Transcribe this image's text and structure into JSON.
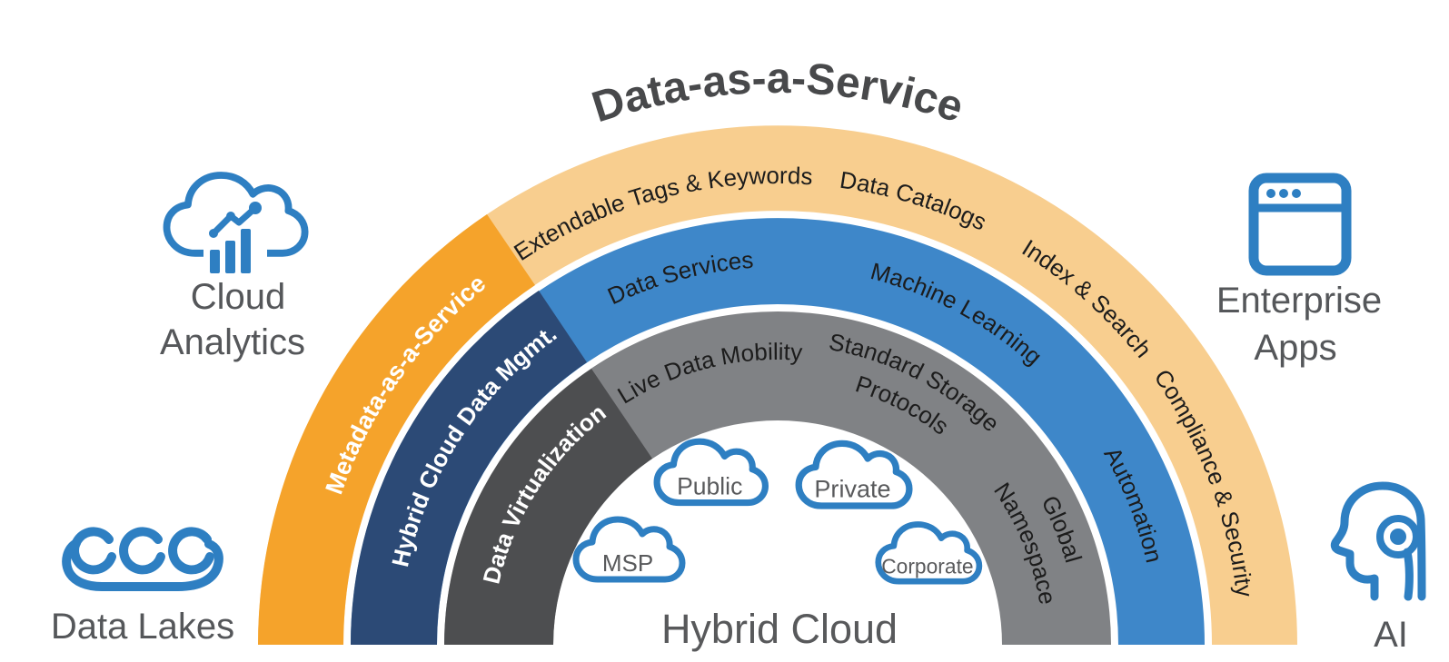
{
  "title": "Data-as-a-Service",
  "colors": {
    "orange": "#F5A32B",
    "tan": "#F8CE8F",
    "navy": "#2C4A76",
    "blue": "#3E87C9",
    "dark_gray": "#4D4E50",
    "mid_gray": "#808285",
    "icon_blue": "#2E7FC2",
    "title_gray": "#48494B",
    "text_gray": "#58595B"
  },
  "rings": {
    "outer": {
      "segment_label": "Metadata-as-a-Service",
      "labels": {
        "l1": "Extendable Tags & Keywords",
        "l2": "Data Catalogs",
        "l3": "Index & Search",
        "l4": "Compliance & Security"
      }
    },
    "middle": {
      "segment_label": "Hybrid Cloud Data Mgmt.",
      "labels": {
        "l1": "Data Services",
        "l2": "Machine Learning",
        "l3": "Automation"
      }
    },
    "inner": {
      "segment_label": "Data Virtualization",
      "labels": {
        "l1": "Live Data Mobility",
        "l2_line1": "Standard Storage",
        "l2_line2": "Protocols",
        "l3_line1": "Global",
        "l3_line2": "Namespace"
      }
    }
  },
  "center": {
    "label": "Hybrid Cloud",
    "clouds": {
      "public": "Public",
      "private": "Private",
      "msp": "MSP",
      "corporate": "Corporate"
    }
  },
  "sides": {
    "cloud_analytics": {
      "line1": "Cloud",
      "line2": "Analytics",
      "icon": "cloud-analytics-icon"
    },
    "data_lakes": {
      "label": "Data Lakes",
      "icon": "data-lakes-icon"
    },
    "enterprise_apps": {
      "line1": "Enterprise",
      "line2": "Apps",
      "icon": "enterprise-apps-icon"
    },
    "ai": {
      "label": "AI",
      "icon": "ai-head-icon"
    }
  }
}
